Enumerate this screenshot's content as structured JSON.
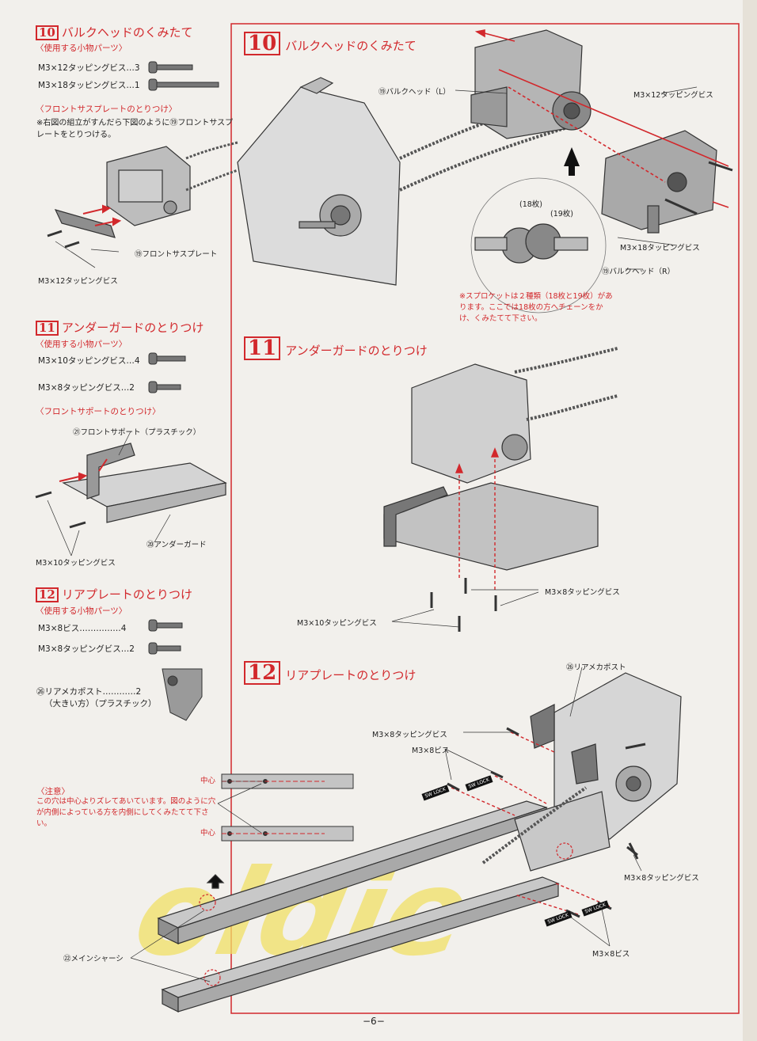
{
  "left": {
    "s10": {
      "num": "10",
      "title": "バルクヘッドのくみたて",
      "parts_heading": "〈使用する小物パーツ〉",
      "parts": [
        "M3×12タッピングビス…3",
        "M3×18タッピングビス…1"
      ],
      "sub_heading": "〈フロントサスプレートのとりつけ〉",
      "note": "※右図の組立がすんだら下図のように⑲フロントサスプレートをとりつける。",
      "label_plate": "⑲フロントサスプレート",
      "label_screw": "M3×12タッピングビス"
    },
    "s11": {
      "num": "11",
      "title": "アンダーガードのとりつけ",
      "parts_heading": "〈使用する小物パーツ〉",
      "parts": [
        "M3×10タッピングビス…4",
        "M3×8タッピングビス…2"
      ],
      "sub_heading": "〈フロントサポートのとりつけ〉",
      "label_support": "㉑フロントサポート（プラスチック）",
      "label_guard": "⑳アンダーガード",
      "label_screw": "M3×10タッピングビス"
    },
    "s12": {
      "num": "12",
      "title": "リアプレートのとりつけ",
      "parts_heading": "〈使用する小物パーツ〉",
      "parts": [
        "M3×8ビス……………4",
        "M3×8タッピングビス…2"
      ],
      "part3_line1": "㉖リアメカポスト…………2",
      "part3_line2": "（大きい方）（プラスチック）"
    },
    "caution": {
      "heading": "〈注意〉",
      "text": "この穴は中心よりズレてあいています。図のように穴が内側によっている方を内側にしてくみたてて下さい。",
      "center_label": "中心"
    },
    "main_chassis": "㉒メインシャーシ"
  },
  "right": {
    "s10": {
      "num": "10",
      "title": "バルクヘッドのくみたて",
      "label_bulk_l": "⑲バルクヘッド（L）",
      "label_bulk_r": "⑲バルクヘッド（R）",
      "label_m3x12": "M3×12タッピングビス",
      "label_m3x18": "M3×18タッピングビス",
      "teeth18": "(18枚)",
      "teeth19": "(19枚)",
      "sprocket_note": "※スプロケットは２種類（18枚と19枚）があります。ここでは18枚の方へチェーンをかけ、くみたてて下さい。"
    },
    "s11": {
      "num": "11",
      "title": "アンダーガードのとりつけ",
      "label_m3x8t": "M3×8タッピングビス",
      "label_m3x10t": "M3×10タッピングビス"
    },
    "s12": {
      "num": "12",
      "title": "リアプレートのとりつけ",
      "label_post": "㉖リアメカポスト",
      "label_m3x8t_a": "M3×8タッピングビス",
      "label_m3x8": "M3×8ビス",
      "label_m3x8t_b": "M3×8タッピングビス",
      "label_m3x8_b": "M3×8ビス",
      "lock_tag": "SW LOCK"
    }
  },
  "page_number": "−6−",
  "watermark": "oldie",
  "colors": {
    "accent": "#d2282c",
    "paper": "#f2f0ec",
    "watermark": "#f1e066"
  }
}
